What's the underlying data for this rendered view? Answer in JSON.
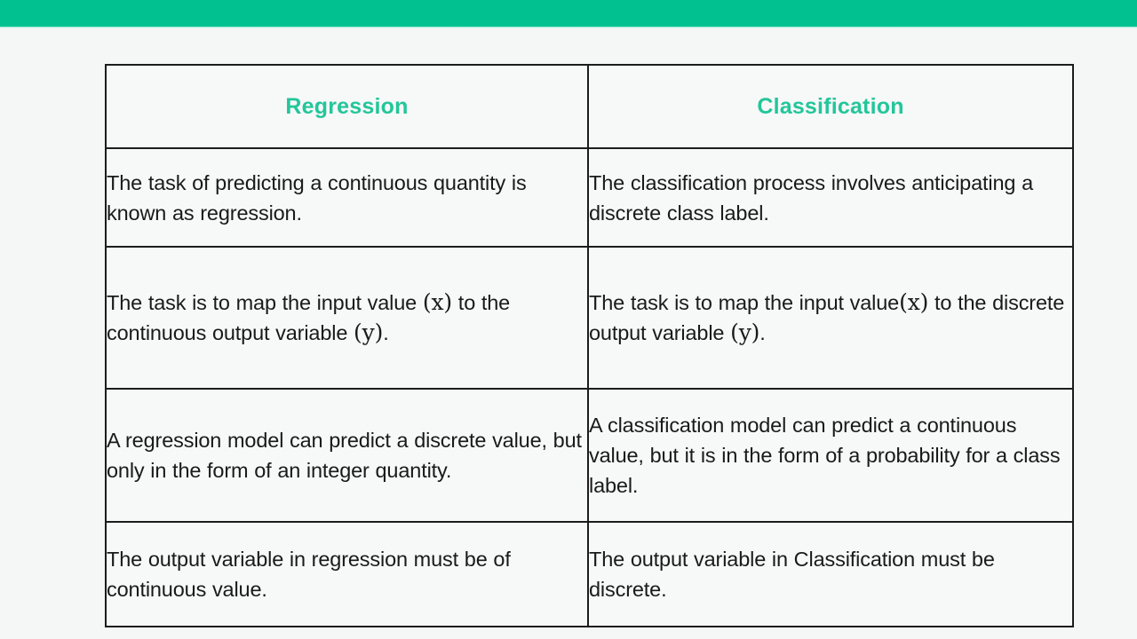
{
  "theme": {
    "accent_bar_color": "#00c18f",
    "heading_color": "#23c69a",
    "body_text_color": "#1a1a1a",
    "border_color": "#1c1c1c",
    "page_background": "#f5f6f6",
    "table_background": "#f7f8f8"
  },
  "table": {
    "columns": [
      {
        "heading": "Regression"
      },
      {
        "heading": "Classification"
      }
    ],
    "rows": [
      {
        "regression": "The task of predicting a continuous quantity is known as regression.",
        "classification": "The classification process involves anticipating a discrete class label."
      },
      {
        "regression": "The task is to map the input value (x) to the continuous output variable (y).",
        "classification": "The task is to map the input value(x) to the discrete output variable (y)."
      },
      {
        "regression": "A regression model can predict a discrete value, but only in the form of an integer quantity.",
        "classification": "A classification model can predict a continuous value, but it is in the form of a probability for a class label."
      },
      {
        "regression": "The output variable in regression must be of continuous value.",
        "classification": "The output variable in Classification must be discrete."
      }
    ]
  }
}
